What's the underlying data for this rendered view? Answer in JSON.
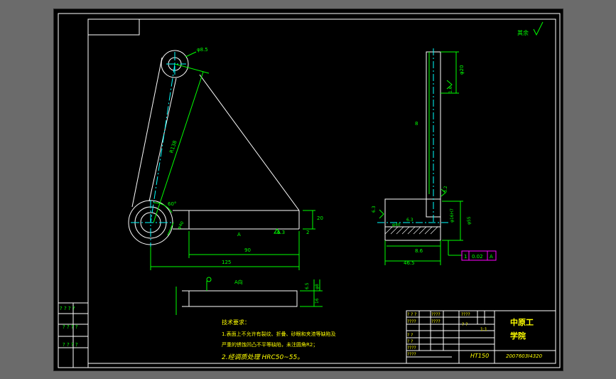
{
  "colors": {
    "background": "#6b6b6b",
    "sheet": "#000000",
    "line": "#ffffff",
    "annotation": "#00ff00",
    "centerline": "#00ffff",
    "title_text": "#ffff00",
    "tolerance_box": "#ff00ff"
  },
  "drawing": {
    "roughness_note": "其余",
    "views": {
      "front": {
        "hole_dia": "φ8.5",
        "length_r": "R138",
        "angle": "60°",
        "bottom_hole": "φ40",
        "dim_20": "20",
        "dim_2": "2",
        "dim_90": "90",
        "dim_125": "125",
        "roughness_6_3": "6.3",
        "a_mark": "A"
      },
      "side": {
        "dim_phi20": "φ20",
        "dim_1_6": "1.6",
        "dim_8": "8",
        "dim_3_2": "3.2",
        "dim_6_3_right": "6.3",
        "dim_6_3_left": "6.3",
        "dim_hole": "φ40",
        "dim_phi55": "φ55",
        "dim_8_6": "8.6",
        "dim_46_5": "46.5",
        "dim_small": "φ16H7",
        "tolerance": [
          "1",
          "0.02",
          "A"
        ]
      },
      "bottom": {
        "a_label": "A向",
        "dim_6_5": "6.5",
        "dim_phi8": "φ8",
        "dim_16": "16"
      }
    },
    "tech_notes": {
      "title": "技术要求：",
      "line1": "1.表面上不允许有裂纹、折叠、砂眼和夹渣等缺陷及",
      "line2": "严重的锈蚀凹凸不平等缺陷，未注圆角R2；",
      "line3": "2.经调质处理  HRC50~55。"
    },
    "title_block": {
      "school_line1": "中原工",
      "school_line2": "学院",
      "material": "HT150",
      "drawing_no": "2007603I4320",
      "scale": "1:1",
      "marks": [
        "????",
        "? ? ?",
        "????",
        "????",
        "????",
        "????",
        "? ?",
        "? ?",
        "? ?",
        "????"
      ]
    },
    "revision_cells": [
      "? ? ? ?",
      "? ? ? ?",
      "? ? ? ?"
    ]
  }
}
